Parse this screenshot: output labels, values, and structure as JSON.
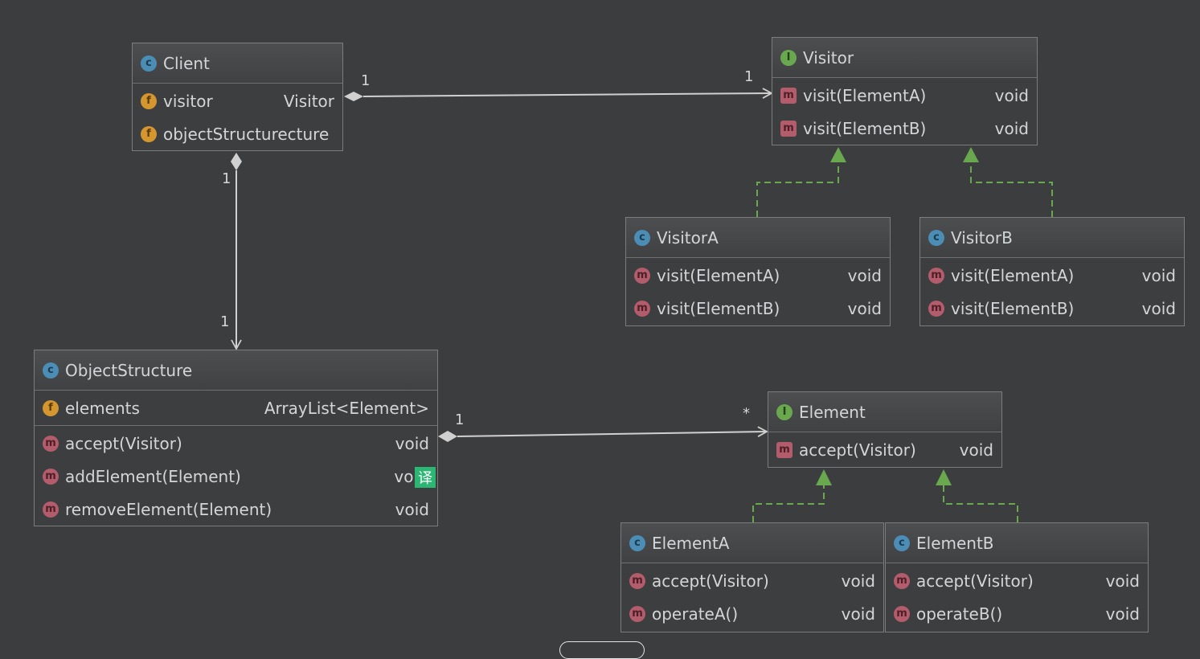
{
  "classes": {
    "client": {
      "name": "Client",
      "kind": "C",
      "fields": [
        {
          "name": "visitor",
          "type": "Visitor"
        },
        {
          "name": "objectStructure",
          "type": "cture"
        }
      ]
    },
    "visitor": {
      "name": "Visitor",
      "kind": "I",
      "methods": [
        {
          "name": "visit(ElementA)",
          "type": "void"
        },
        {
          "name": "visit(ElementB)",
          "type": "void"
        }
      ]
    },
    "visitorA": {
      "name": "VisitorA",
      "kind": "C",
      "methods": [
        {
          "name": "visit(ElementA)",
          "type": "void"
        },
        {
          "name": "visit(ElementB)",
          "type": "void"
        }
      ]
    },
    "visitorB": {
      "name": "VisitorB",
      "kind": "C",
      "methods": [
        {
          "name": "visit(ElementA)",
          "type": "void"
        },
        {
          "name": "visit(ElementB)",
          "type": "void"
        }
      ]
    },
    "objectStructure": {
      "name": "ObjectStructure",
      "kind": "C",
      "fields": [
        {
          "name": "elements",
          "type": "ArrayList<Element>"
        }
      ],
      "methods": [
        {
          "name": "accept(Visitor)",
          "type": "void"
        },
        {
          "name": "addElement(Element)",
          "type": "voi"
        },
        {
          "name": "removeElement(Element)",
          "type": "void"
        }
      ]
    },
    "element": {
      "name": "Element",
      "kind": "I",
      "methods": [
        {
          "name": "accept(Visitor)",
          "type": "void"
        }
      ]
    },
    "elementA": {
      "name": "ElementA",
      "kind": "C",
      "methods": [
        {
          "name": "accept(Visitor)",
          "type": "void"
        },
        {
          "name": "operateA()",
          "type": "void"
        }
      ]
    },
    "elementB": {
      "name": "ElementB",
      "kind": "C",
      "methods": [
        {
          "name": "accept(Visitor)",
          "type": "void"
        },
        {
          "name": "operateB()",
          "type": "void"
        }
      ]
    }
  },
  "icon_letters": {
    "class": "c",
    "interface": "I",
    "field": "f",
    "method": "m"
  },
  "multiplicities": {
    "client_visitor_src": "1",
    "client_visitor_dst": "1",
    "client_os_src": "1",
    "client_os_dst": "1",
    "os_element_src": "1",
    "os_element_dst": "*"
  },
  "overlay": {
    "translate_badge": "译"
  },
  "colors": {
    "background": "#3c3d3f",
    "class_icon": "#4b8db5",
    "interface_icon": "#6aa84f",
    "field_icon": "#d4962f",
    "method_icon": "#b35c6c",
    "realization_line": "#6aa84f",
    "association_line": "#d0d0d0"
  }
}
